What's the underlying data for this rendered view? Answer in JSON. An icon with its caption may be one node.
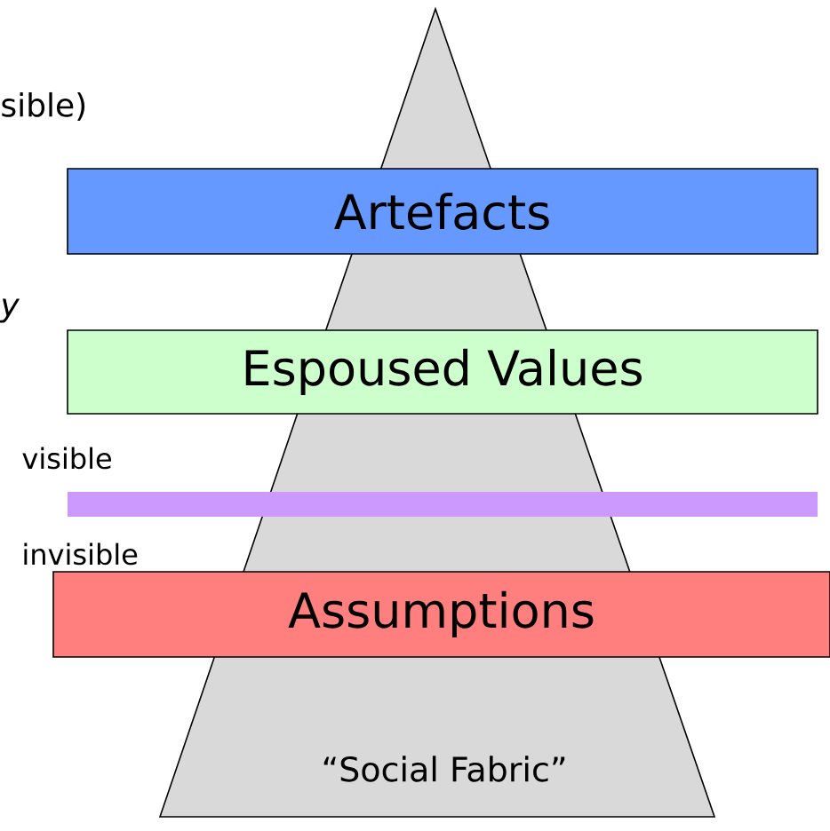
{
  "diagram": {
    "nodes": [
      {
        "text": [
          "“Social Fabric”"
        ]
      },
      {
        "text": [
          "Artefacts"
        ]
      },
      {
        "text": [
          "Espoused Values"
        ]
      },
      {
        "text": [],
        "shape": "bar"
      },
      {
        "text": [
          "Assumptions"
        ]
      }
    ],
    "labels": [
      "sible)",
      "*y*",
      "visible",
      "invisible"
    ]
  }
}
